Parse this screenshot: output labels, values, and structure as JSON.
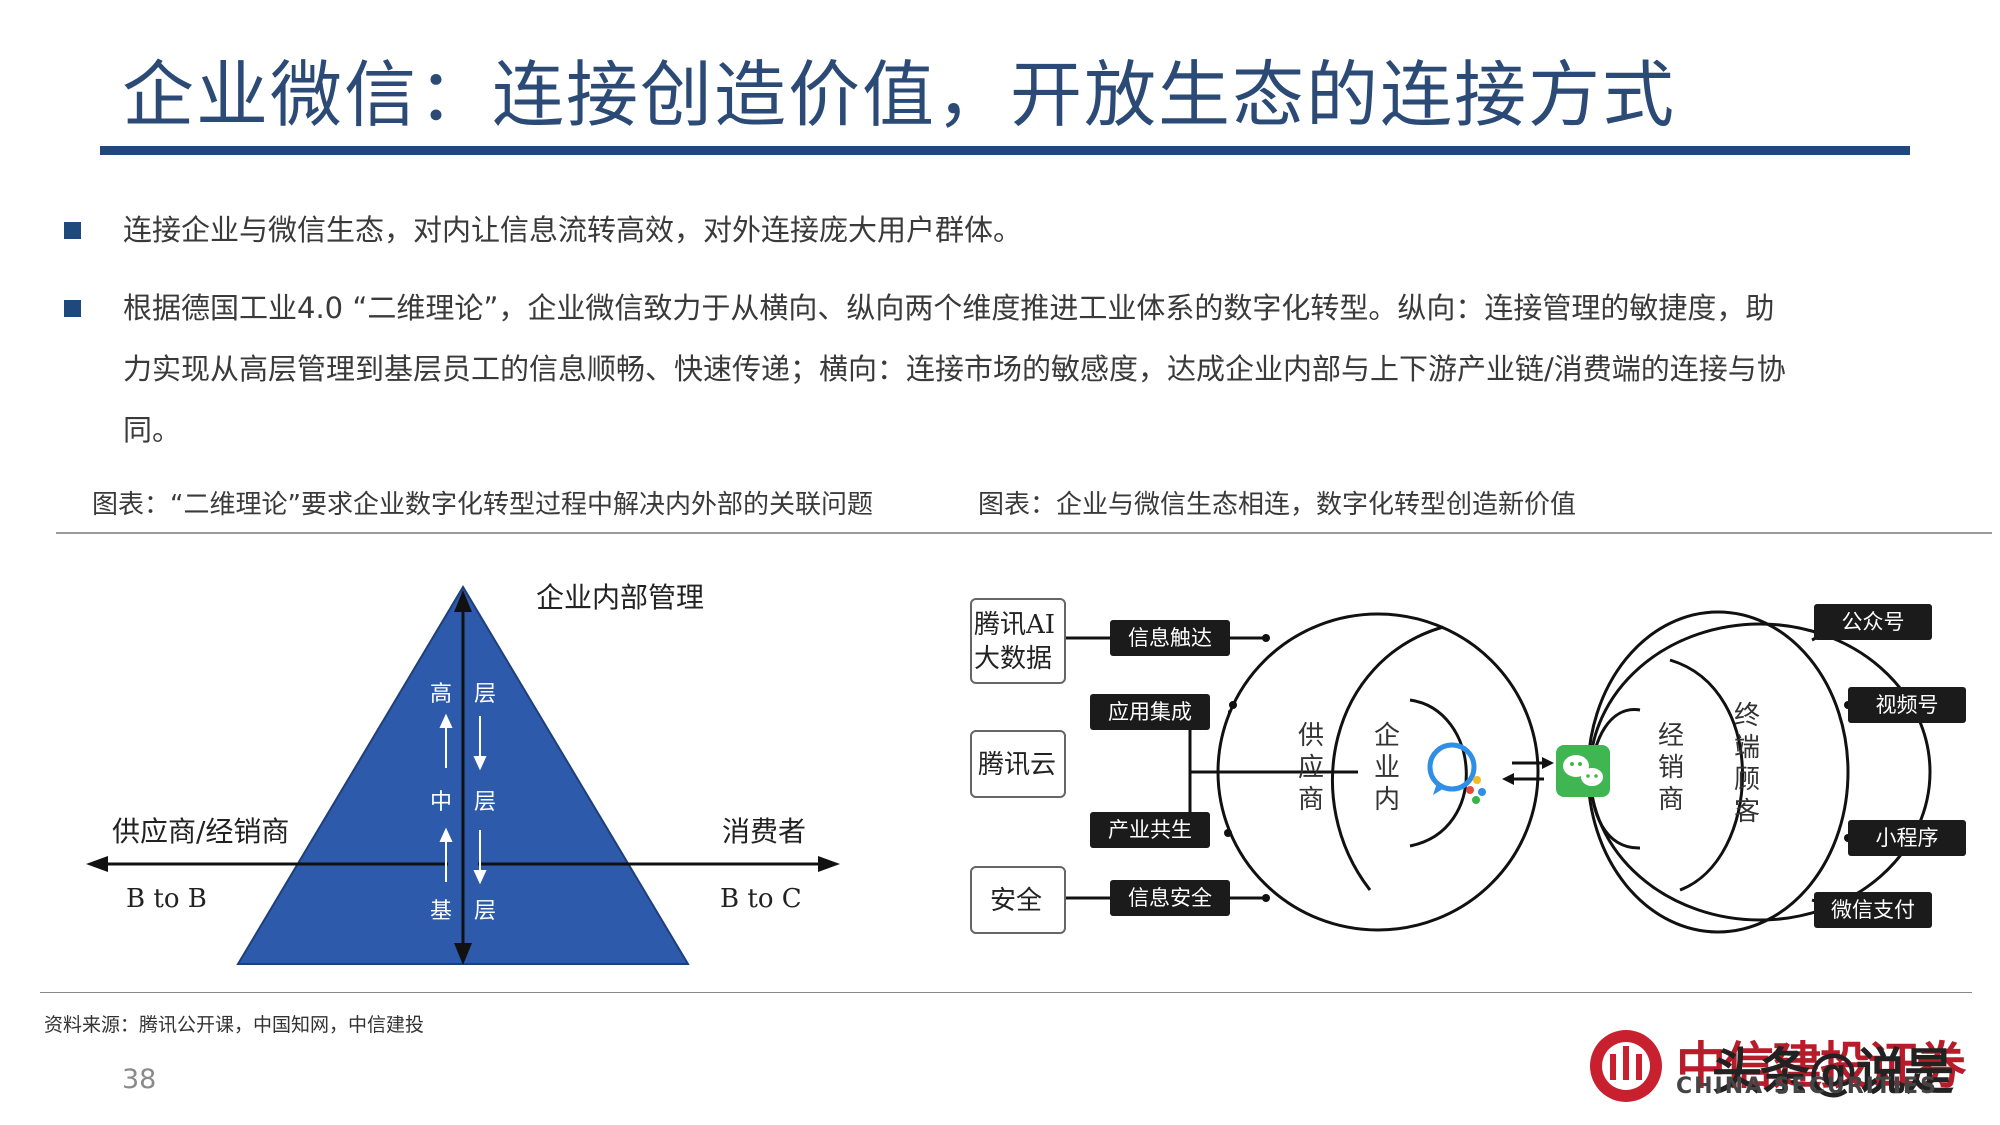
{
  "title": "企业微信：连接创造价值，开放生态的连接方式",
  "bullets": [
    "连接企业与微信生态，对内让信息流转高效，对外连接庞大用户群体。",
    "根据德国工业4.0 “二维理论”，企业微信致力于从横向、纵向两个维度推进工业体系的数字化转型。纵向：连接管理的敏捷度，助",
    "力实现从高层管理到基层员工的信息顺畅、快速传递；横向：连接市场的敏感度，达成企业内部与上下游产业链/消费端的连接与协",
    "同。"
  ],
  "captions": {
    "left": "图表：“二维理论”要求企业数字化转型过程中解决内外部的关联问题",
    "right": "图表：企业与微信生态相连，数字化转型创造新价值"
  },
  "pyramid": {
    "top_label": "企业内部管理",
    "left_label": "供应商/经销商",
    "right_label": "消费者",
    "left_sub": "B to B",
    "right_sub": "B to C",
    "levels": [
      "高　层",
      "中　层",
      "基　层"
    ],
    "fill_color": "#2e5aab"
  },
  "ecosystem": {
    "left_boxes": [
      "腾讯AI",
      "大数据",
      "腾讯云",
      "安全"
    ],
    "tags": [
      "信息触达",
      "应用集成",
      "产业共生",
      "信息安全"
    ],
    "inner_left": [
      "供",
      "应",
      "商"
    ],
    "inner_mid": [
      "企",
      "业",
      "内"
    ],
    "inner_right1": [
      "经",
      "销",
      "商"
    ],
    "inner_right2": [
      "终",
      "端",
      "顾",
      "客"
    ],
    "right_tags": [
      "公众号",
      "视频号",
      "小程序",
      "微信支付"
    ]
  },
  "source": "资料来源：腾讯公开课，中国知网，中信建投",
  "page_number": "38",
  "watermark": {
    "company": "中信建投证券",
    "overlay": "头条@说是",
    "english": "CHINA SECURITIES"
  }
}
